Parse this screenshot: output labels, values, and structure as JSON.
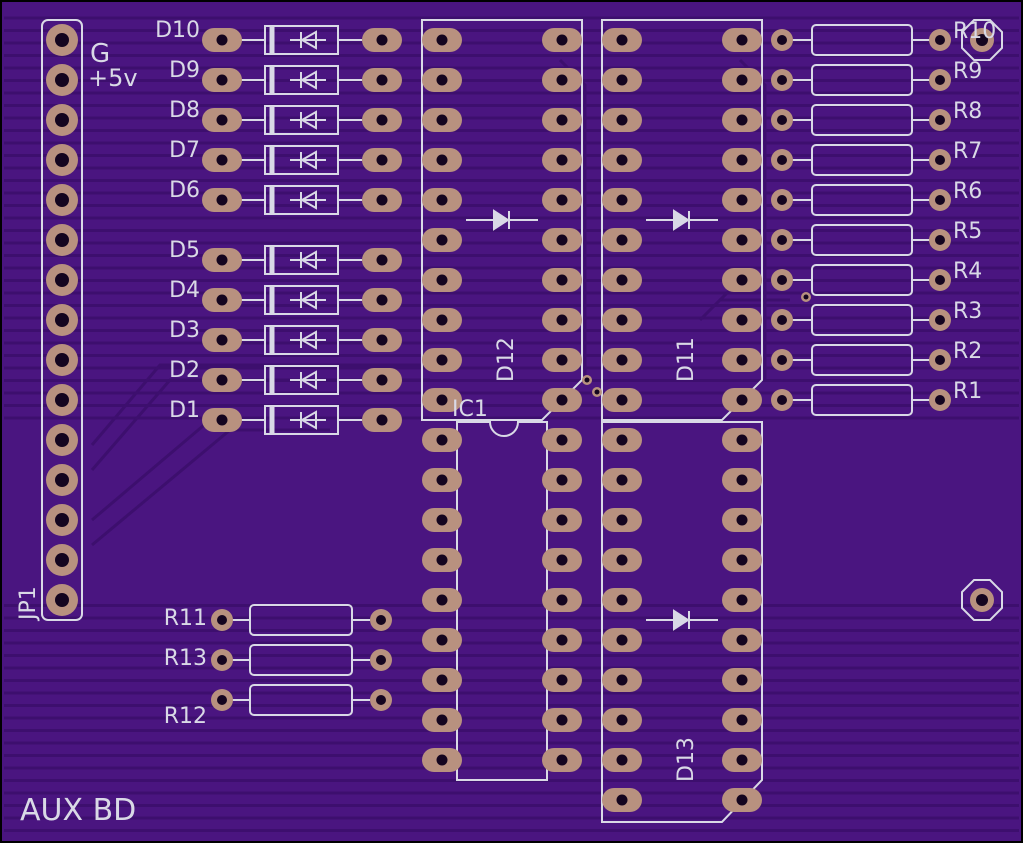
{
  "board": {
    "label": "AUX BD",
    "colors": {
      "board": "#4a1580",
      "trace": "#3d0f6e",
      "pad": "#b8917f",
      "silk": "#d9d9e6",
      "hole": "#14051f"
    }
  },
  "header": {
    "ref": "JP1",
    "pin_labels": [
      "G",
      "+5v"
    ]
  },
  "diodes": [
    "D10",
    "D9",
    "D8",
    "D7",
    "D6",
    "D5",
    "D4",
    "D3",
    "D2",
    "D1"
  ],
  "resistors_right": [
    "R10",
    "R9",
    "R8",
    "R7",
    "R6",
    "R5",
    "R4",
    "R3",
    "R2",
    "R1"
  ],
  "resistors_left": [
    "R11",
    "R13",
    "R12"
  ],
  "chips": {
    "d12": "D12",
    "d11": "D11",
    "ic1": "IC1",
    "d13": "D13"
  }
}
